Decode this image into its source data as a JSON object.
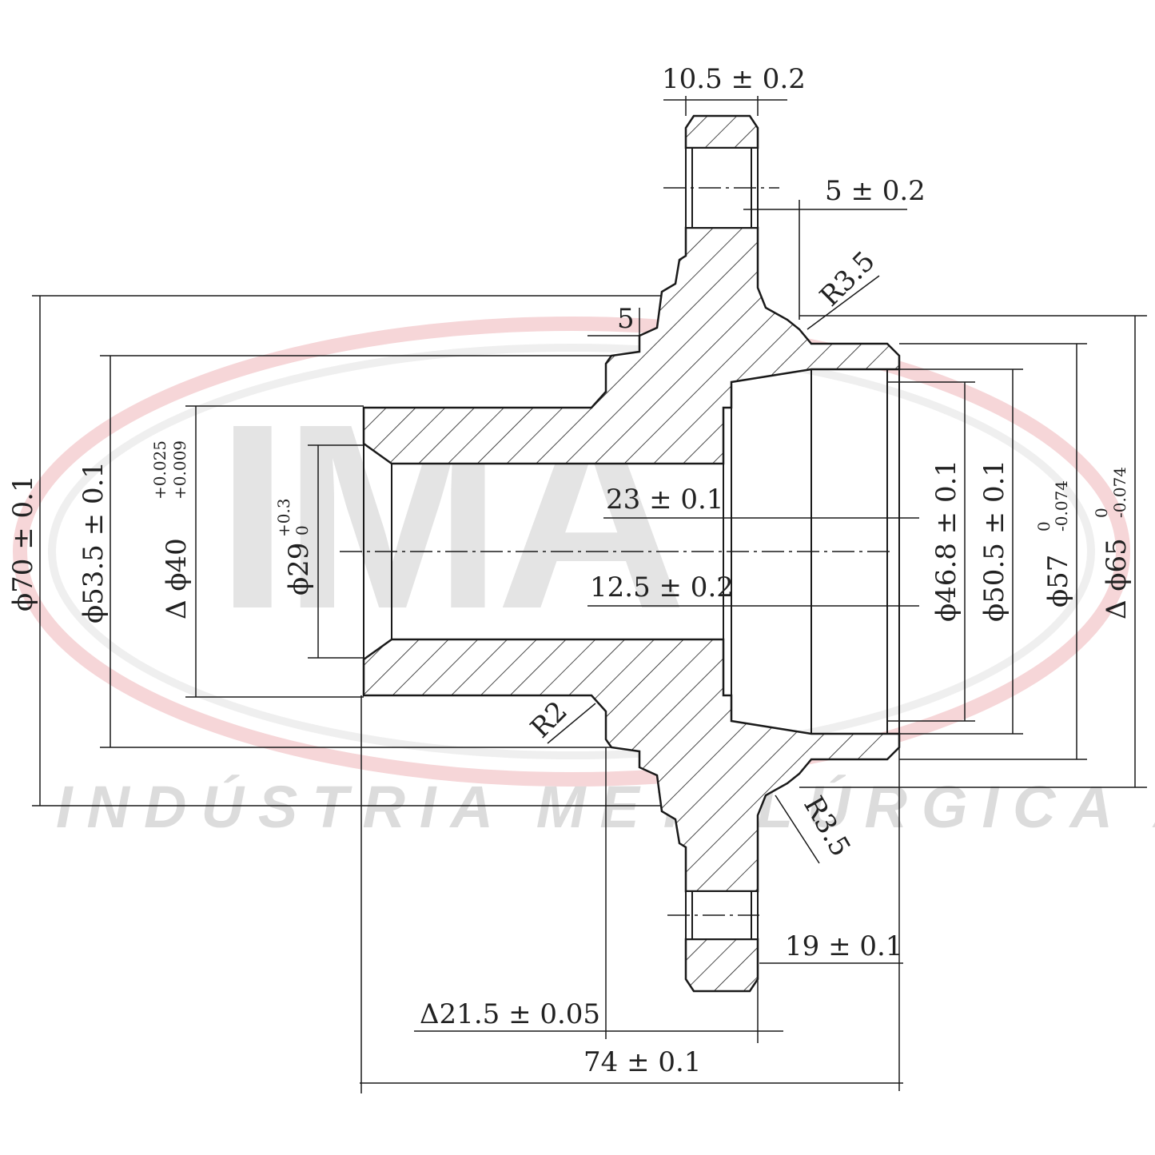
{
  "watermark": {
    "logo_text": "IMA",
    "company": "INDÚSTRIA METALÚRGICA ALLI",
    "ring_color": "#f3c9cc"
  },
  "dimensions": {
    "flange_width": "10.5 ± 0.2",
    "flange_offset": "5 ± 0.2",
    "radius_top": "R3.5",
    "step": "5",
    "dia_70": "ϕ70 ± 0.1",
    "dia_53_5": "ϕ53.5 ± 0.1",
    "dia_40": "Δ ϕ40",
    "dia_40_tol_upper": "+0.025",
    "dia_40_tol_lower": "+0.009",
    "dia_29": "ϕ29",
    "dia_29_tol_upper": "+0.3",
    "dia_29_tol_lower": "0",
    "len_23": "23 ± 0.1",
    "len_12_5": "12.5 ± 0.2",
    "dia_46_8": "ϕ46.8 ± 0.1",
    "dia_50_5": "ϕ50.5 ± 0.1",
    "dia_57": "ϕ57",
    "dia_57_tol_upper": "0",
    "dia_57_tol_lower": "-0.074",
    "dia_65": "Δ ϕ65",
    "dia_65_tol_upper": "0",
    "dia_65_tol_lower": "-0.074",
    "radius_r2": "R2",
    "radius_bottom": "R3.5",
    "len_19": "19 ± 0.1",
    "len_21_5": "Δ21.5 ± 0.05",
    "len_74": "74 ± 0.1"
  }
}
